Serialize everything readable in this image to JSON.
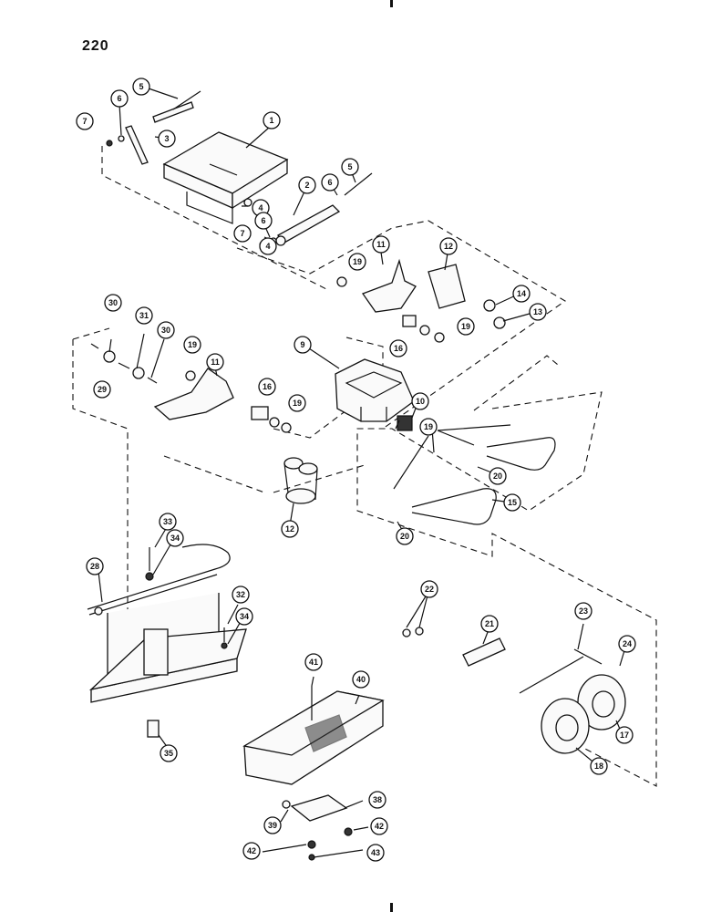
{
  "page_number": "220",
  "callouts": [
    {
      "id": "c1",
      "label": "1"
    },
    {
      "id": "c2",
      "label": "2"
    },
    {
      "id": "c3",
      "label": "3"
    },
    {
      "id": "c4a",
      "label": "4"
    },
    {
      "id": "c4b",
      "label": "4"
    },
    {
      "id": "c5a",
      "label": "5"
    },
    {
      "id": "c5b",
      "label": "5"
    },
    {
      "id": "c6a",
      "label": "6"
    },
    {
      "id": "c6b",
      "label": "6"
    },
    {
      "id": "c6c",
      "label": "6"
    },
    {
      "id": "c7a",
      "label": "7"
    },
    {
      "id": "c7b",
      "label": "7"
    },
    {
      "id": "c9",
      "label": "9"
    },
    {
      "id": "c10",
      "label": "10"
    },
    {
      "id": "c11a",
      "label": "11"
    },
    {
      "id": "c11b",
      "label": "11"
    },
    {
      "id": "c12a",
      "label": "12"
    },
    {
      "id": "c12b",
      "label": "12"
    },
    {
      "id": "c13",
      "label": "13"
    },
    {
      "id": "c14",
      "label": "14"
    },
    {
      "id": "c15",
      "label": "15"
    },
    {
      "id": "c16a",
      "label": "16"
    },
    {
      "id": "c16b",
      "label": "16"
    },
    {
      "id": "c17",
      "label": "17"
    },
    {
      "id": "c18",
      "label": "18"
    },
    {
      "id": "c19a",
      "label": "19"
    },
    {
      "id": "c19b",
      "label": "19"
    },
    {
      "id": "c19c",
      "label": "19"
    },
    {
      "id": "c19d",
      "label": "19"
    },
    {
      "id": "c19e",
      "label": "19"
    },
    {
      "id": "c20a",
      "label": "20"
    },
    {
      "id": "c20b",
      "label": "20"
    },
    {
      "id": "c21",
      "label": "21"
    },
    {
      "id": "c22",
      "label": "22"
    },
    {
      "id": "c23",
      "label": "23"
    },
    {
      "id": "c24",
      "label": "24"
    },
    {
      "id": "c28",
      "label": "28"
    },
    {
      "id": "c29",
      "label": "29"
    },
    {
      "id": "c30a",
      "label": "30"
    },
    {
      "id": "c30b",
      "label": "30"
    },
    {
      "id": "c31",
      "label": "31"
    },
    {
      "id": "c32",
      "label": "32"
    },
    {
      "id": "c33",
      "label": "33"
    },
    {
      "id": "c34a",
      "label": "34"
    },
    {
      "id": "c34b",
      "label": "34"
    },
    {
      "id": "c35",
      "label": "35"
    },
    {
      "id": "c38",
      "label": "38"
    },
    {
      "id": "c39",
      "label": "39"
    },
    {
      "id": "c40",
      "label": "40"
    },
    {
      "id": "c41",
      "label": "41"
    },
    {
      "id": "c42a",
      "label": "42"
    },
    {
      "id": "c42b",
      "label": "42"
    },
    {
      "id": "c43",
      "label": "43"
    }
  ]
}
